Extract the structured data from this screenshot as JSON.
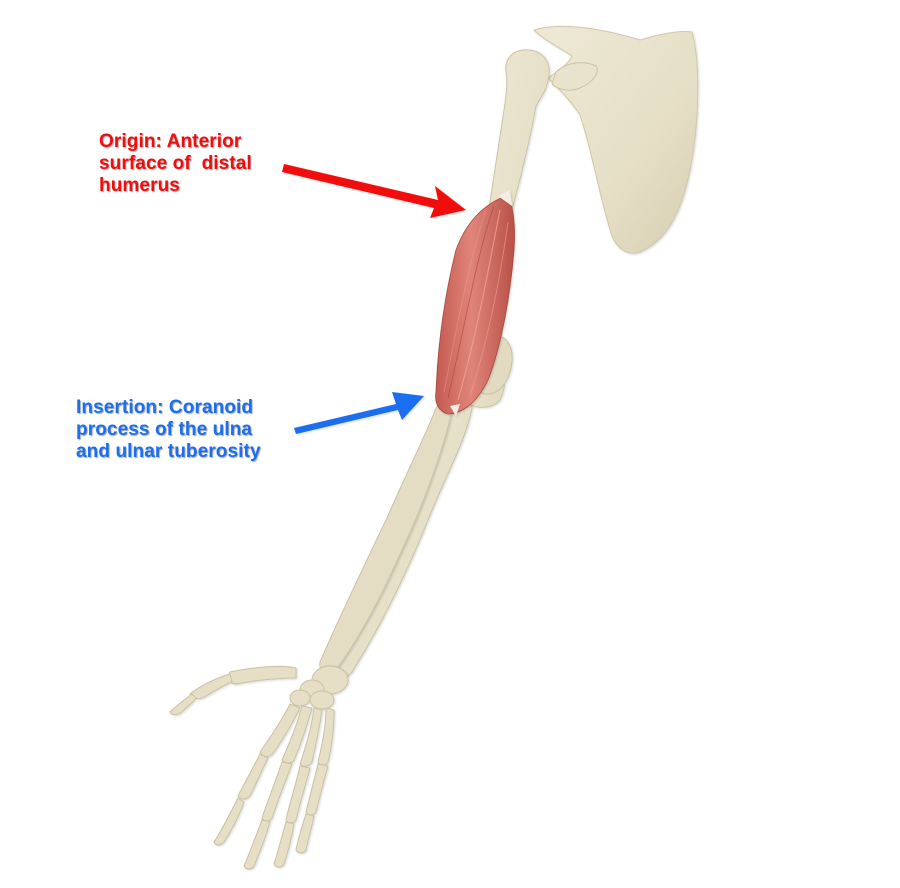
{
  "diagram": {
    "subject": "Brachialis muscle",
    "colors": {
      "background": "#ffffff",
      "bone": "#e8e2cc",
      "bone_shadow": "#cfc7ab",
      "muscle": "#d9746a",
      "muscle_dark": "#b9534b",
      "origin": "#f20d0d",
      "insertion": "#1a6ef0"
    },
    "labels": {
      "origin": {
        "lines": [
          "Origin: Anterior",
          "surface of  distal",
          "humerus"
        ],
        "color": "#f20d0d"
      },
      "insertion": {
        "lines": [
          "Insertion: Coranoid",
          "process of the ulna",
          "and ulnar tuberosity"
        ],
        "color": "#1a6ef0"
      }
    },
    "structures": [
      "scapula",
      "humerus",
      "brachialis-muscle",
      "radius",
      "ulna",
      "hand-bones"
    ]
  }
}
